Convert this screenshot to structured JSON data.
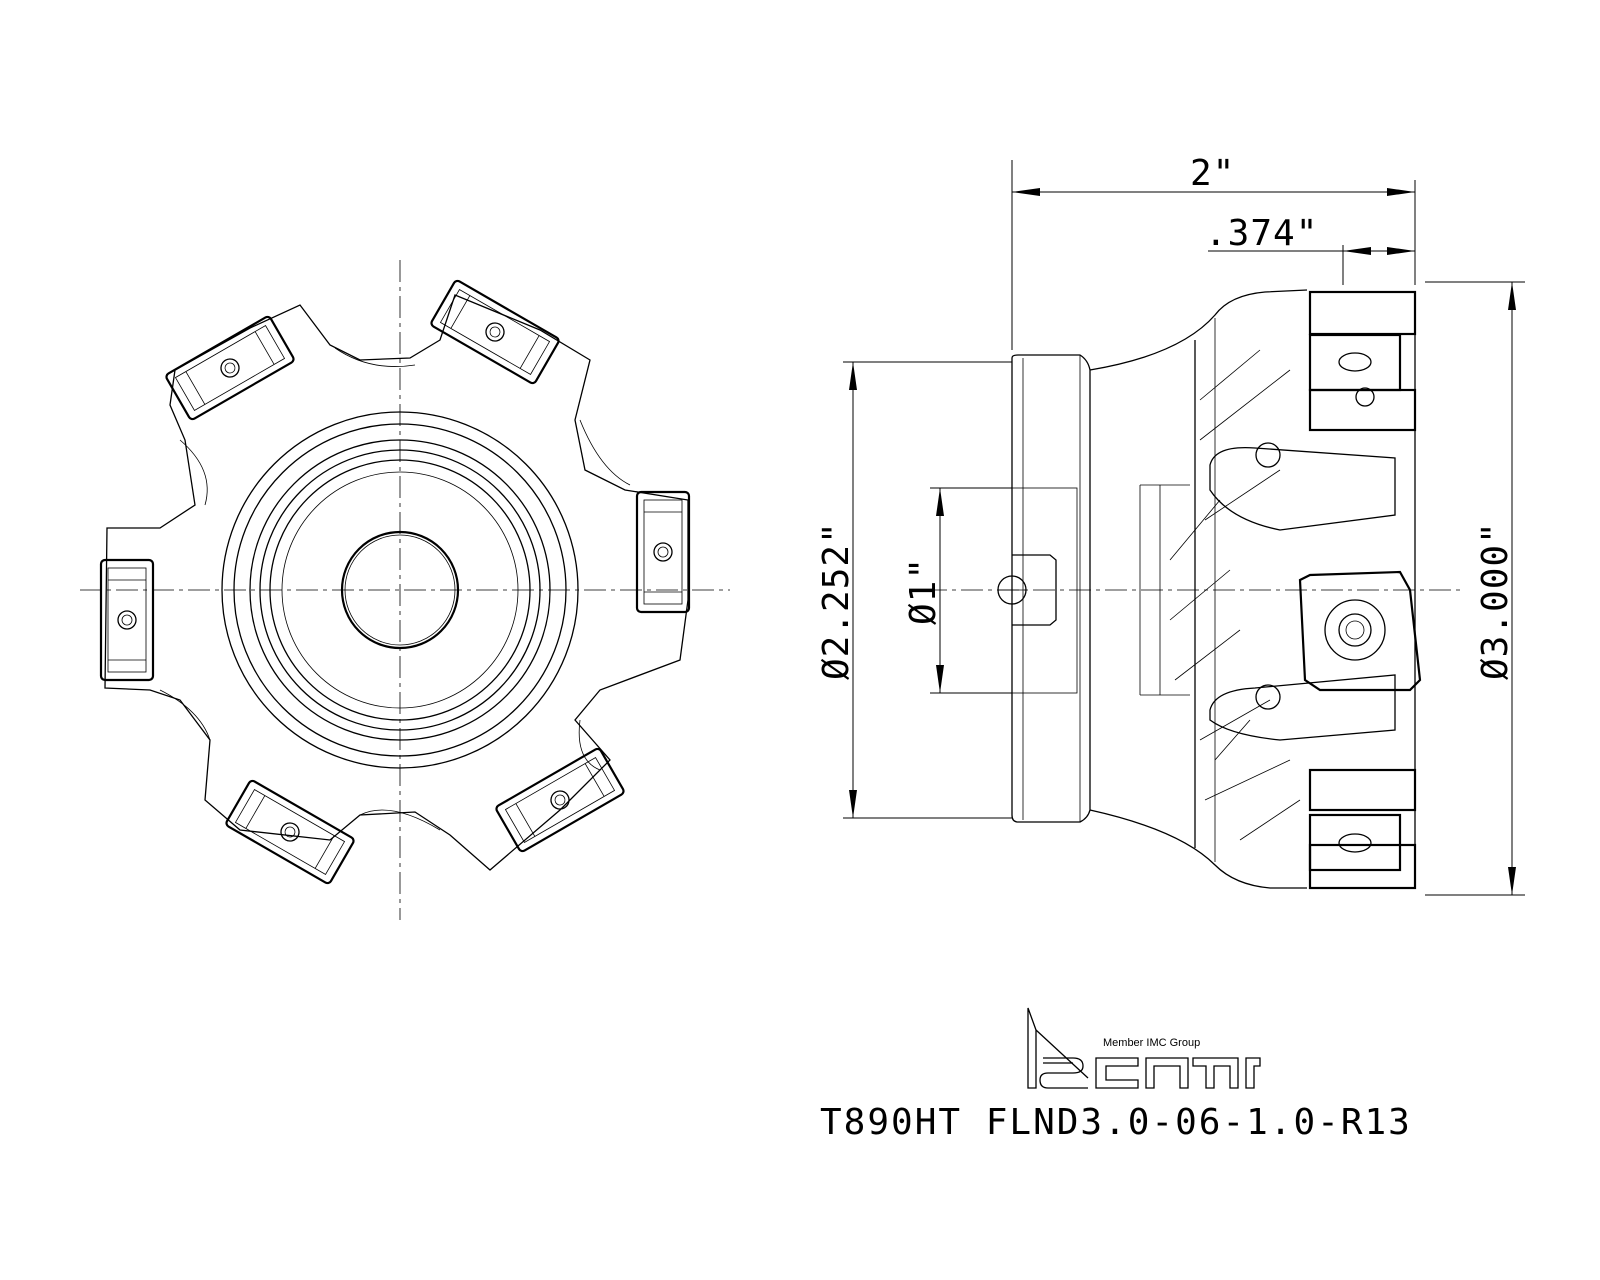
{
  "dimensions": {
    "overall_length": "2\"",
    "insert_projection": ".374\"",
    "body_diameter": "Ø2.252\"",
    "bore_diameter": "Ø1\"",
    "cutting_diameter": "Ø3.000\""
  },
  "logo": {
    "brand": "iscar",
    "tagline": "Member IMC Group"
  },
  "part_number": "T890HT FLND3.0-06-1.0-R13",
  "insert_count": 6
}
